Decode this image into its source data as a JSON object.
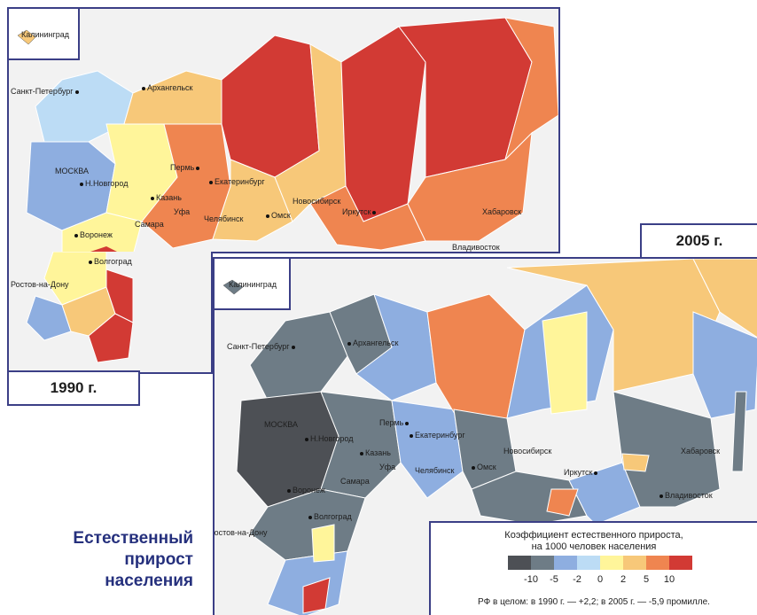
{
  "title": {
    "line1": "Естественный",
    "line2": "прирост",
    "line3": "населения"
  },
  "map_1990": {
    "year_label": "1990 г.",
    "inset_label": "Калининград",
    "cities": {
      "spb": "Санкт-Петербург",
      "arkhangelsk": "Архангельск",
      "moscow": "МОСКВА",
      "nnovgorod": "Н.Новгород",
      "perm": "Пермь",
      "ekaterinburg": "Екатеринбург",
      "kazan": "Казань",
      "ufa": "Уфа",
      "chelyabinsk": "Челябинск",
      "samara": "Самара",
      "voronezh": "Воронеж",
      "volgograd": "Волгоград",
      "rostov": "Ростов-на-Дону",
      "omsk": "Омск",
      "novosibirsk": "Новосибирск",
      "irkutsk": "Иркутск",
      "khabarovsk": "Хабаровск",
      "vladivostok": "Владивосток"
    }
  },
  "map_2005": {
    "year_label": "2005 г.",
    "inset_label": "Калининград",
    "cities": {
      "spb": "Санкт-Петербург",
      "arkhangelsk": "Архангельск",
      "moscow": "МОСКВА",
      "nnovgorod": "Н.Новгород",
      "perm": "Пермь",
      "ekaterinburg": "Екатеринбург",
      "kazan": "Казань",
      "ufa": "Уфа",
      "chelyabinsk": "Челябинск",
      "samara": "Самара",
      "voronezh": "Воронеж",
      "volgograd": "Волгоград",
      "rostov": "Ростов-на-Дону",
      "omsk": "Омск",
      "novosibirsk": "Новосибирск",
      "irkutsk": "Иркутск",
      "khabarovsk": "Хабаровск",
      "vladivostok": "Владивосток"
    }
  },
  "legend": {
    "title_line1": "Коэффициент естественного прироста,",
    "title_line2": "на 1000 человек населения",
    "ticks": [
      "-10",
      "-5",
      "-2",
      "0",
      "2",
      "5",
      "10"
    ],
    "colors": [
      "#4d5055",
      "#6e7c86",
      "#8eaee0",
      "#bcdcf5",
      "#fff59a",
      "#f7c879",
      "#ef8550",
      "#d23a34"
    ],
    "note": "РФ в целом: в 1990 г. — +2,2; в 2005 г. — -5,9 промилле."
  },
  "colors": {
    "frame": "#3b3f86",
    "title": "#25307d",
    "neighbor_land": "#f0f0f0"
  }
}
